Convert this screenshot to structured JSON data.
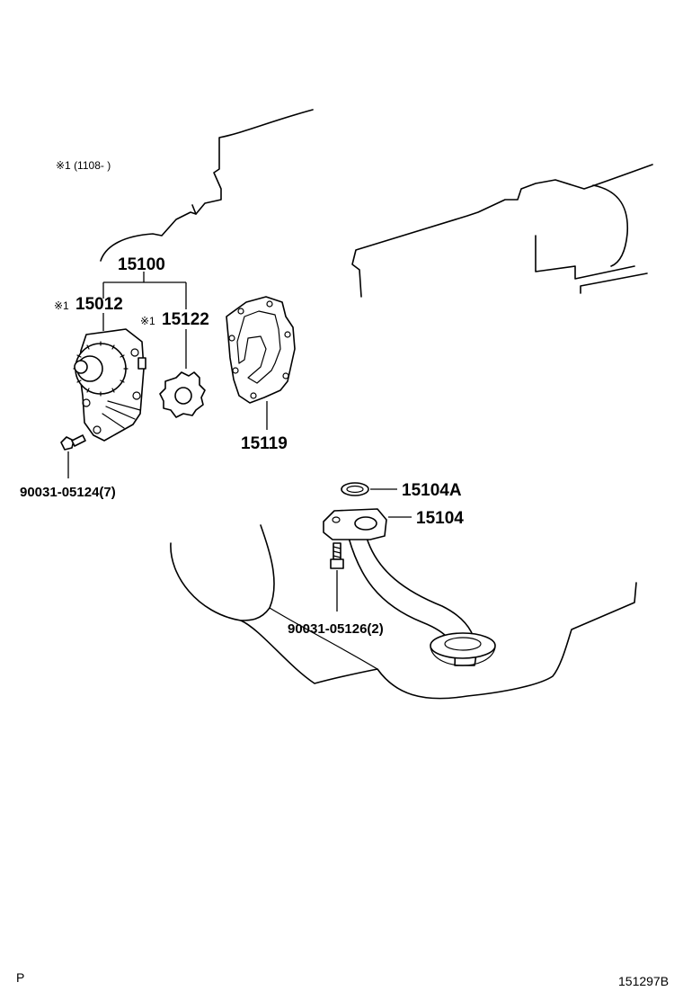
{
  "note": {
    "text": "※1 (1108-       )"
  },
  "labels": {
    "p15100": "15100",
    "p15012": "15012",
    "p15012_mark": "※1",
    "p15122": "15122",
    "p15122_mark": "※1",
    "p15119": "15119",
    "p90031_05124": "90031-05124(7)",
    "p15104A": "15104A",
    "p15104": "15104",
    "p90031_05126": "90031-05126(2)"
  },
  "corner": {
    "left": "P",
    "right": "151297B"
  }
}
